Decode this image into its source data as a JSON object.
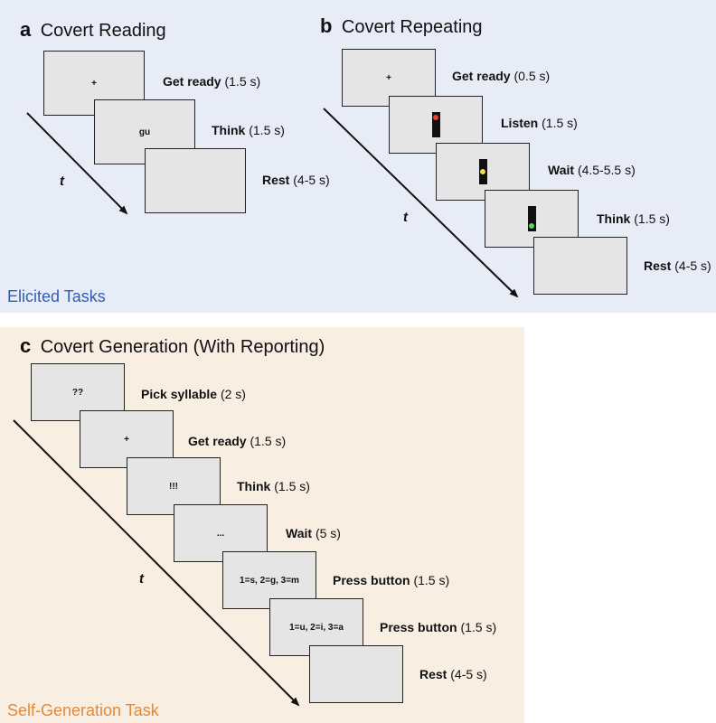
{
  "panel_a": {
    "letter": "a",
    "title": "Covert Reading",
    "steps": [
      {
        "screen": "+",
        "name": "Get ready",
        "duration": "(1.5 s)"
      },
      {
        "screen": "gu",
        "name": "Think",
        "duration": "(1.5 s)"
      },
      {
        "screen": "",
        "name": "Rest",
        "duration": "(4-5 s)"
      }
    ],
    "time_label": "t"
  },
  "panel_b": {
    "letter": "b",
    "title": "Covert Repeating",
    "steps": [
      {
        "screen": "+",
        "name": "Get ready",
        "duration": "(0.5 s)"
      },
      {
        "light": "red",
        "name": "Listen",
        "duration": "(1.5 s)"
      },
      {
        "light": "yellow",
        "name": "Wait",
        "duration": "(4.5-5.5 s)"
      },
      {
        "light": "green",
        "name": "Think",
        "duration": "(1.5 s)"
      },
      {
        "screen": "",
        "name": "Rest",
        "duration": "(4-5 s)"
      }
    ],
    "time_label": "t",
    "light_colors": {
      "red": "#e8413c",
      "yellow": "#f2e04a",
      "green": "#5fd35a"
    }
  },
  "panel_c": {
    "letter": "c",
    "title": "Covert Generation (With Reporting)",
    "steps": [
      {
        "screen": "??",
        "name": "Pick syllable",
        "duration": "(2 s)"
      },
      {
        "screen": "+",
        "name": "Get ready",
        "duration": "(1.5 s)"
      },
      {
        "screen": "!!!",
        "name": "Think",
        "duration": "(1.5 s)"
      },
      {
        "screen": "...",
        "name": "Wait",
        "duration": "(5 s)"
      },
      {
        "screen": "1=s, 2=g, 3=m",
        "name": "Press button",
        "duration": "(1.5 s)"
      },
      {
        "screen": "1=u, 2=i, 3=a",
        "name": "Press button",
        "duration": "(1.5 s)"
      },
      {
        "screen": "",
        "name": "Rest",
        "duration": "(4-5 s)"
      }
    ],
    "time_label": "t"
  },
  "group_labels": {
    "elicited": "Elicited Tasks",
    "self_generation": "Self-Generation Task"
  },
  "colors": {
    "elicited_bg": "#e8ecf7",
    "self_generation_bg": "#f9eee2",
    "elicited_label": "#2f5fb3",
    "self_generation_label": "#e08a3c"
  }
}
